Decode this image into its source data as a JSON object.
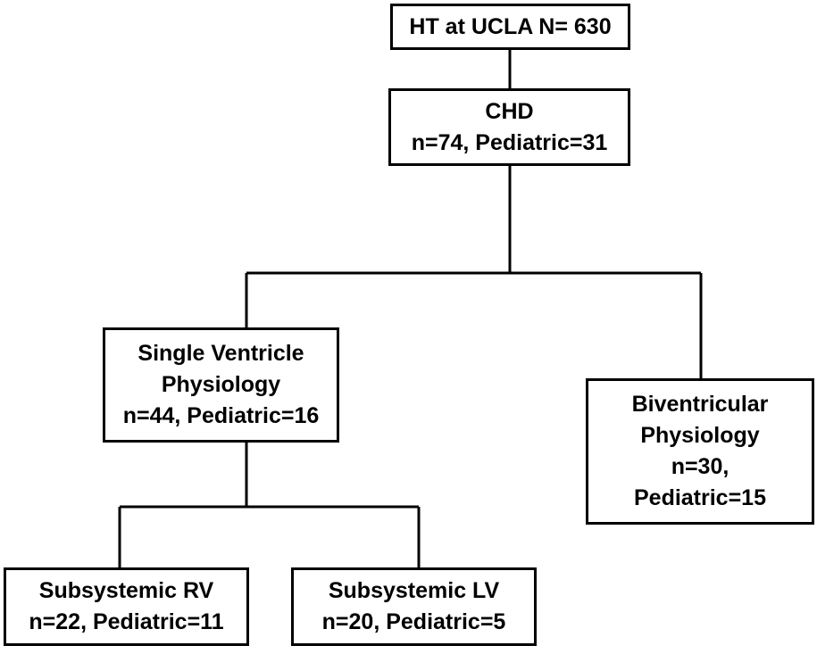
{
  "diagram": {
    "nodes": {
      "root": {
        "lines": [
          "HT at UCLA N= 630"
        ]
      },
      "chd": {
        "lines": [
          "CHD",
          "n=74, Pediatric=31"
        ]
      },
      "single_ventricle": {
        "lines": [
          "Single Ventricle",
          "Physiology",
          "n=44, Pediatric=16"
        ]
      },
      "biventricular": {
        "lines": [
          "Biventricular",
          "Physiology",
          "n=30,",
          "Pediatric=15"
        ]
      },
      "subsystemic_rv": {
        "lines": [
          "Subsystemic RV",
          "n=22, Pediatric=11"
        ]
      },
      "subsystemic_lv": {
        "lines": [
          "Subsystemic LV",
          "n=20, Pediatric=5"
        ]
      }
    },
    "edges": [
      {
        "from": "root",
        "to": "chd"
      },
      {
        "from": "chd",
        "to": "single_ventricle"
      },
      {
        "from": "chd",
        "to": "biventricular"
      },
      {
        "from": "single_ventricle",
        "to": "subsystemic_rv"
      },
      {
        "from": "single_ventricle",
        "to": "subsystemic_lv"
      }
    ],
    "colors": {
      "line": "#000000",
      "box_border": "#000000",
      "background": "#ffffff",
      "text": "#000000"
    }
  }
}
